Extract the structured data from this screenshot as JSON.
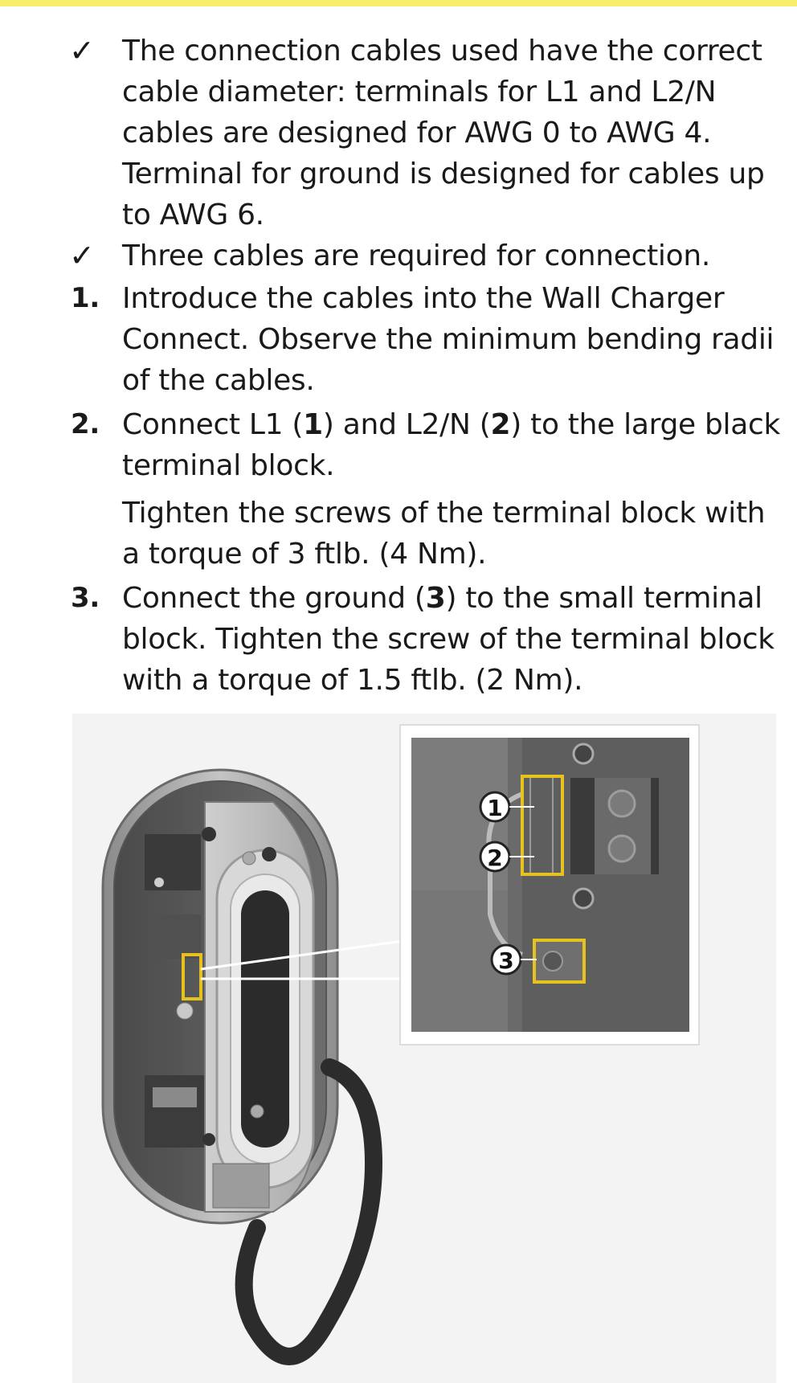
{
  "instructions": {
    "prereq1": {
      "marker": "✓",
      "text": "The connection cables used have the correct cable diameter: terminals for L1 and L2/N cables are designed for AWG 0 to AWG 4. Terminal for ground is designed for cables up to AWG 6."
    },
    "prereq2": {
      "marker": "✓",
      "text": "Three cables are required for connection."
    },
    "step1": {
      "marker": "1.",
      "text": "Introduce the cables into the Wall Charger Connect. Observe the minimum bending radii of the cables."
    },
    "step2": {
      "marker": "2.",
      "text_a": "Connect L1 (",
      "num_a": "1",
      "text_b": ") and L2/N (",
      "num_b": "2",
      "text_c": ") to the large black terminal block.",
      "sub": "Tighten the screws of the terminal block with a torque of 3 ftlb. (4 Nm)."
    },
    "step3": {
      "marker": "3.",
      "text_a": "Connect the ground (",
      "num_a": "3",
      "text_b": ") to the small terminal block. Tighten the screw of the terminal block with a torque of 1.5 ftlb. (2 Nm)."
    }
  },
  "figure": {
    "callout_1": "1",
    "callout_2": "2",
    "callout_3": "3",
    "highlight_color": "#e8c21c"
  }
}
